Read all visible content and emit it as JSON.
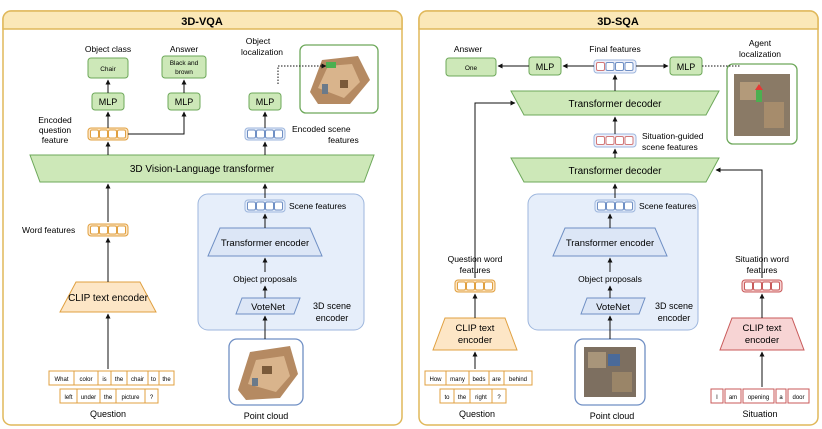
{
  "left": {
    "title": "3D-VQA",
    "object_class_label": "Object class",
    "object_class_value": "Chair",
    "answer_label": "Answer",
    "answer_value_line1": "Black and",
    "answer_value_line2": "brown",
    "object_localization_line1": "Object",
    "object_localization_line2": "localization",
    "mlp": "MLP",
    "encoded_question_line1": "Encoded",
    "encoded_question_line2": "question",
    "encoded_question_line3": "feature",
    "encoded_scene_line1": "Encoded scene",
    "encoded_scene_line2": "features",
    "vl_transformer": "3D Vision-Language transformer",
    "word_features": "Word features",
    "scene_features": "Scene features",
    "transformer_encoder": "Transformer encoder",
    "object_proposals": "Object proposals",
    "votenet": "VoteNet",
    "scene_encoder_line1": "3D scene",
    "scene_encoder_line2": "encoder",
    "clip_text_encoder": "CLIP text encoder",
    "question_words_row1": [
      "What",
      "color",
      "is",
      "the",
      "chair",
      "to",
      "the"
    ],
    "question_words_row2": [
      "left",
      "under",
      "the",
      "picture",
      "?"
    ],
    "question_label": "Question",
    "point_cloud_label": "Point cloud"
  },
  "right": {
    "title": "3D-SQA",
    "answer_label": "Answer",
    "answer_value": "One",
    "final_features": "Final features",
    "agent_localization_line1": "Agent",
    "agent_localization_line2": "localization",
    "mlp": "MLP",
    "transformer_decoder": "Transformer decoder",
    "situation_guided_line1": "Situation-guided",
    "situation_guided_line2": "scene features",
    "scene_features": "Scene features",
    "transformer_encoder": "Transformer encoder",
    "object_proposals": "Object proposals",
    "votenet": "VoteNet",
    "scene_encoder_line1": "3D scene",
    "scene_encoder_line2": "encoder",
    "question_word_line1": "Question word",
    "question_word_line2": "features",
    "situation_word_line1": "Situation word",
    "situation_word_line2": "features",
    "clip_line1": "CLIP text",
    "clip_line2": "encoder",
    "question_words_row1": [
      "How",
      "many",
      "beds",
      "are",
      "behind"
    ],
    "question_words_row2": [
      "to",
      "the",
      "right",
      "?"
    ],
    "question_label": "Question",
    "point_cloud_label": "Point cloud",
    "situation_words": [
      "I",
      "am",
      "opening",
      "a",
      "door"
    ],
    "situation_label": "Situation"
  },
  "colors": {
    "panel_border": "#e0b85a",
    "panel_header": "#fbe8b8",
    "green_fill": "#cde8b8",
    "green_stroke": "#6da85a",
    "blue_fill": "#e6eefa",
    "blue_stroke": "#9db6dd",
    "orange_fill": "#fde6c6",
    "orange_stroke": "#e0a040",
    "red_fill": "#f7d4d4",
    "red_stroke": "#c85a5a"
  }
}
